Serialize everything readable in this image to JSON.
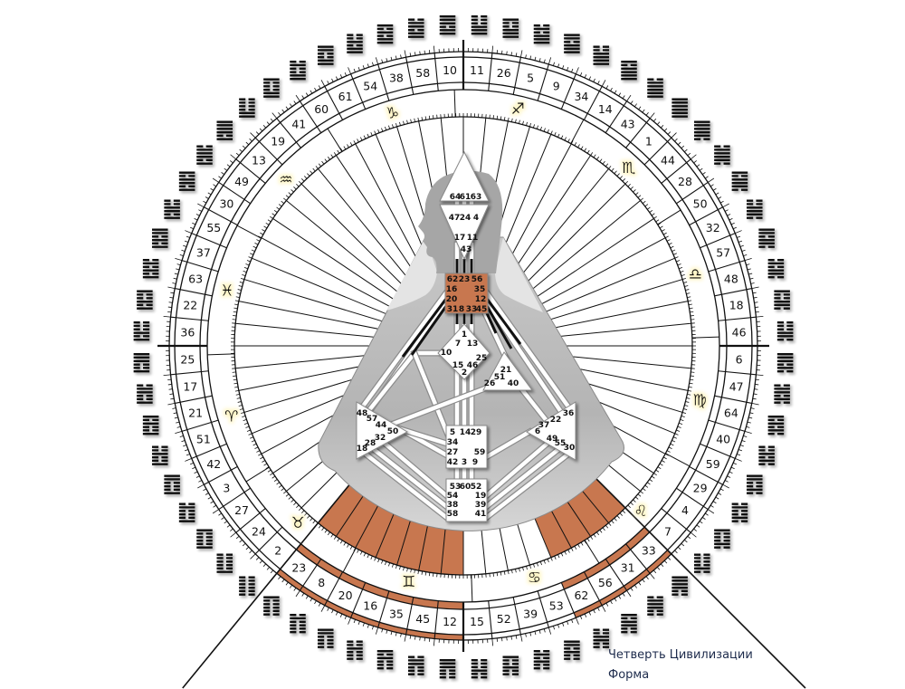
{
  "wheel": {
    "gates_clockwise_from_top": [
      "10",
      "11",
      "26",
      "5",
      "9",
      "34",
      "14",
      "43",
      "1",
      "44",
      "28",
      "50",
      "32",
      "57",
      "48",
      "18",
      "46",
      "6",
      "47",
      "64",
      "40",
      "59",
      "29",
      "4",
      "7",
      "33",
      "31",
      "56",
      "62",
      "53",
      "39",
      "52",
      "15",
      "12",
      "45",
      "35",
      "16",
      "20",
      "8",
      "23",
      "2",
      "24",
      "27",
      "3",
      "42",
      "51",
      "21",
      "17",
      "25",
      "36",
      "22",
      "63",
      "37",
      "55",
      "30",
      "49",
      "13",
      "19",
      "41",
      "60",
      "61",
      "54",
      "38",
      "58"
    ],
    "highlighted_gates": [
      "33",
      "31",
      "56",
      "62",
      "12",
      "45",
      "35",
      "16",
      "20",
      "8",
      "23"
    ],
    "zodiac_clockwise": [
      "♐",
      "♏",
      "♎",
      "♍",
      "♌",
      "♋",
      "♊",
      "♉",
      "♈",
      "♓",
      "♒",
      "♑"
    ],
    "highlight_color": "#c8774f"
  },
  "bodygraph": {
    "head": [
      "64",
      "61",
      "63"
    ],
    "ajna": [
      "47",
      "24",
      "4",
      "17",
      "11",
      "43"
    ],
    "throat": [
      "62",
      "23",
      "56",
      "16",
      "35",
      "20",
      "12",
      "31",
      "8",
      "33",
      "45"
    ],
    "g": [
      "1",
      "7",
      "13",
      "10",
      "25",
      "15",
      "46",
      "2"
    ],
    "ego": [
      "21",
      "51",
      "26",
      "40"
    ],
    "spleen": [
      "48",
      "57",
      "44",
      "50",
      "32",
      "28",
      "18"
    ],
    "solar": [
      "36",
      "22",
      "37",
      "6",
      "49",
      "55",
      "30"
    ],
    "sacral": [
      "5",
      "14",
      "29",
      "34",
      "27",
      "59",
      "42",
      "3",
      "9"
    ],
    "root": [
      "53",
      "60",
      "52",
      "54",
      "19",
      "38",
      "39",
      "58",
      "41"
    ]
  },
  "caption": {
    "line1": "Четверть Цивилизации",
    "line2": "Форма"
  }
}
